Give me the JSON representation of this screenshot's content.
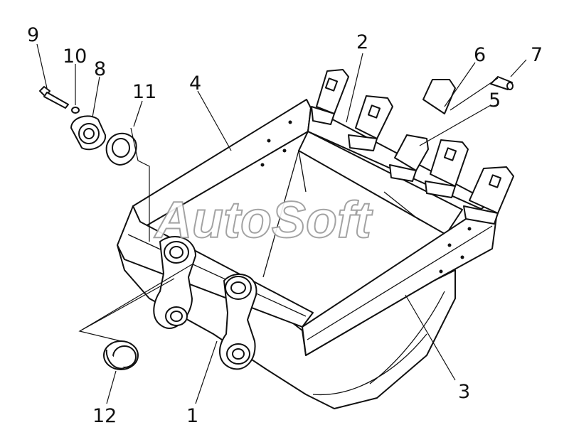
{
  "watermark": "AutoSoft",
  "callouts": [
    {
      "id": "1",
      "text": "1"
    },
    {
      "id": "2",
      "text": "2"
    },
    {
      "id": "3",
      "text": "3"
    },
    {
      "id": "4",
      "text": "4"
    },
    {
      "id": "5",
      "text": "5"
    },
    {
      "id": "6",
      "text": "6"
    },
    {
      "id": "7",
      "text": "7"
    },
    {
      "id": "8",
      "text": "8"
    },
    {
      "id": "9",
      "text": "9"
    },
    {
      "id": "10",
      "text": "10"
    },
    {
      "id": "11",
      "text": "11"
    },
    {
      "id": "12",
      "text": "12"
    }
  ],
  "colors": {
    "line": "#111111",
    "watermark_outline": "#9a9a9a",
    "background": "#ffffff"
  }
}
